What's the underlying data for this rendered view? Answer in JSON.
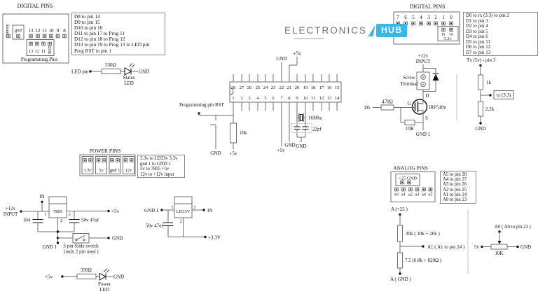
{
  "logo": {
    "brand": "ELECTRONICS",
    "brand_accent": "HUB",
    "accent_color": "#39b7e6",
    "text_color": "#6d767e"
  },
  "left_digital": {
    "title": "DIGITAL PINS",
    "dummy": "dummy",
    "gnd": "gnd",
    "pins": [
      "13",
      "12",
      "11",
      "10",
      "9",
      "8"
    ],
    "prog_pins": [
      "13",
      "12",
      "11"
    ],
    "rst": "RST",
    "caption": "Programming Pins",
    "notes": [
      "D8 to pin 14",
      "D9 to pin 15",
      "D10 to pin 16",
      "D11 to pin 17 to Prog 11",
      "D12 to pin 18 to Prog 12",
      "D13 to pin 19 to Prog 13 to LED pin",
      "Prog RST to pin 1"
    ]
  },
  "status_led": {
    "led_pin": "LED pin",
    "resistor": "330Ω",
    "gnd": "GND",
    "line1": "Status",
    "line2": "LED"
  },
  "mcu": {
    "top_pins": [
      "28",
      "27",
      "26",
      "25",
      "24",
      "23",
      "22",
      "21",
      "20",
      "19",
      "18",
      "17",
      "16",
      "15"
    ],
    "bottom_pins": [
      "1",
      "2",
      "3",
      "4",
      "5",
      "6",
      "7",
      "8",
      "9",
      "10",
      "11",
      "12",
      "13",
      "14"
    ],
    "gnd_top": "GND",
    "vcc_top": "+5v",
    "prog_rst": "Programming pin RST",
    "rst_pull": "10k",
    "rst_gnd": "GND",
    "rst_vcc": "+5v",
    "vcc_bottom": "+5v",
    "gnd_bottom": "GND",
    "crystal": "16Mhz",
    "load_caps": "22pf",
    "xtal_gnd": "GND"
  },
  "right_digital": {
    "title": "DIGITAL PINS",
    "pins": [
      "7",
      "6",
      "5",
      "4",
      "3",
      "2",
      "1",
      "0"
    ],
    "tx": "tx",
    "rx": "rx",
    "v33": "3.3v",
    "notes": [
      "D0 to rx (3.3) to pin 2",
      "D1 to pin 3",
      "D2 to pin 4",
      "D3 to pin 5",
      "D4 to pin 6",
      "D5 to pin 11",
      "D6 to pin 12",
      "D7 to pin 13"
    ]
  },
  "mosfet": {
    "in1": "+12v",
    "in2": "INPUT",
    "screw1": "Screw",
    "screw2": "Terminal",
    "d": "D",
    "g": "G",
    "s": "S",
    "part": "IRF540n",
    "d5": "D5",
    "rg": "470Ω",
    "rpull": "10K",
    "gnd": "GND 1"
  },
  "tx_divider": {
    "top": "Tx (5v) - pin 3",
    "r1": "1k",
    "tap": "tx (3.3)",
    "r2": "2.2k",
    "gnd": "GND"
  },
  "power_pins": {
    "title": "POWER PINS",
    "labels": [
      "3.3v",
      "5v",
      "gnd 1",
      "12v"
    ],
    "notes": [
      "3.3v to LD33v 3.3v",
      "gnd 1 to GND 1",
      "5v to 7805 +5v",
      "12v to +12v input"
    ]
  },
  "reg5": {
    "in1": "+12v",
    "in2": "INPUT",
    "in_pin": "IN",
    "chip": "7805",
    "p1": "1",
    "p2": "2",
    "p3": "3",
    "cin": "104",
    "cout": "50v 47uf",
    "out": "+5v",
    "gnd1": "GND 1",
    "sw1": "3 pin Slide switch",
    "sw2": "(only 2 pin used )",
    "gnd": "GND"
  },
  "reg33": {
    "gnd1": "GND 1",
    "chip": "LD33V",
    "p1": "1",
    "p2": "2",
    "p3": "3",
    "cap": "50v 47uf",
    "in_pin": "IN",
    "out": "+3.3V"
  },
  "power_led": {
    "vcc": "+5v",
    "resistor": "330Ω",
    "gnd": "GND",
    "line1": "Power",
    "line2": "LED"
  },
  "analog": {
    "title": "ANALOG PINS",
    "header": "+25 GND",
    "labels": [
      "a0",
      "a1",
      "a2",
      "a3",
      "a4",
      "a5"
    ],
    "notes": [
      "A5 to pin 28",
      "A4 to pin 27",
      "A3 to pin 26",
      "A2 to pin 25",
      "A1 to pin 24",
      "A0 to pin 23"
    ]
  },
  "a_divider": {
    "top": "A (+25 )",
    "r1": "30k ( 10k + 20k )",
    "tap": "A1 ( A1 to pin 24 )",
    "r2": "7.5 (6.8k + 820Ω )",
    "bottom": "A ( GND )"
  },
  "pot": {
    "label": "A0 ( A0 to pin 23 )",
    "left": "5v",
    "right": "GND",
    "value": "10K"
  }
}
